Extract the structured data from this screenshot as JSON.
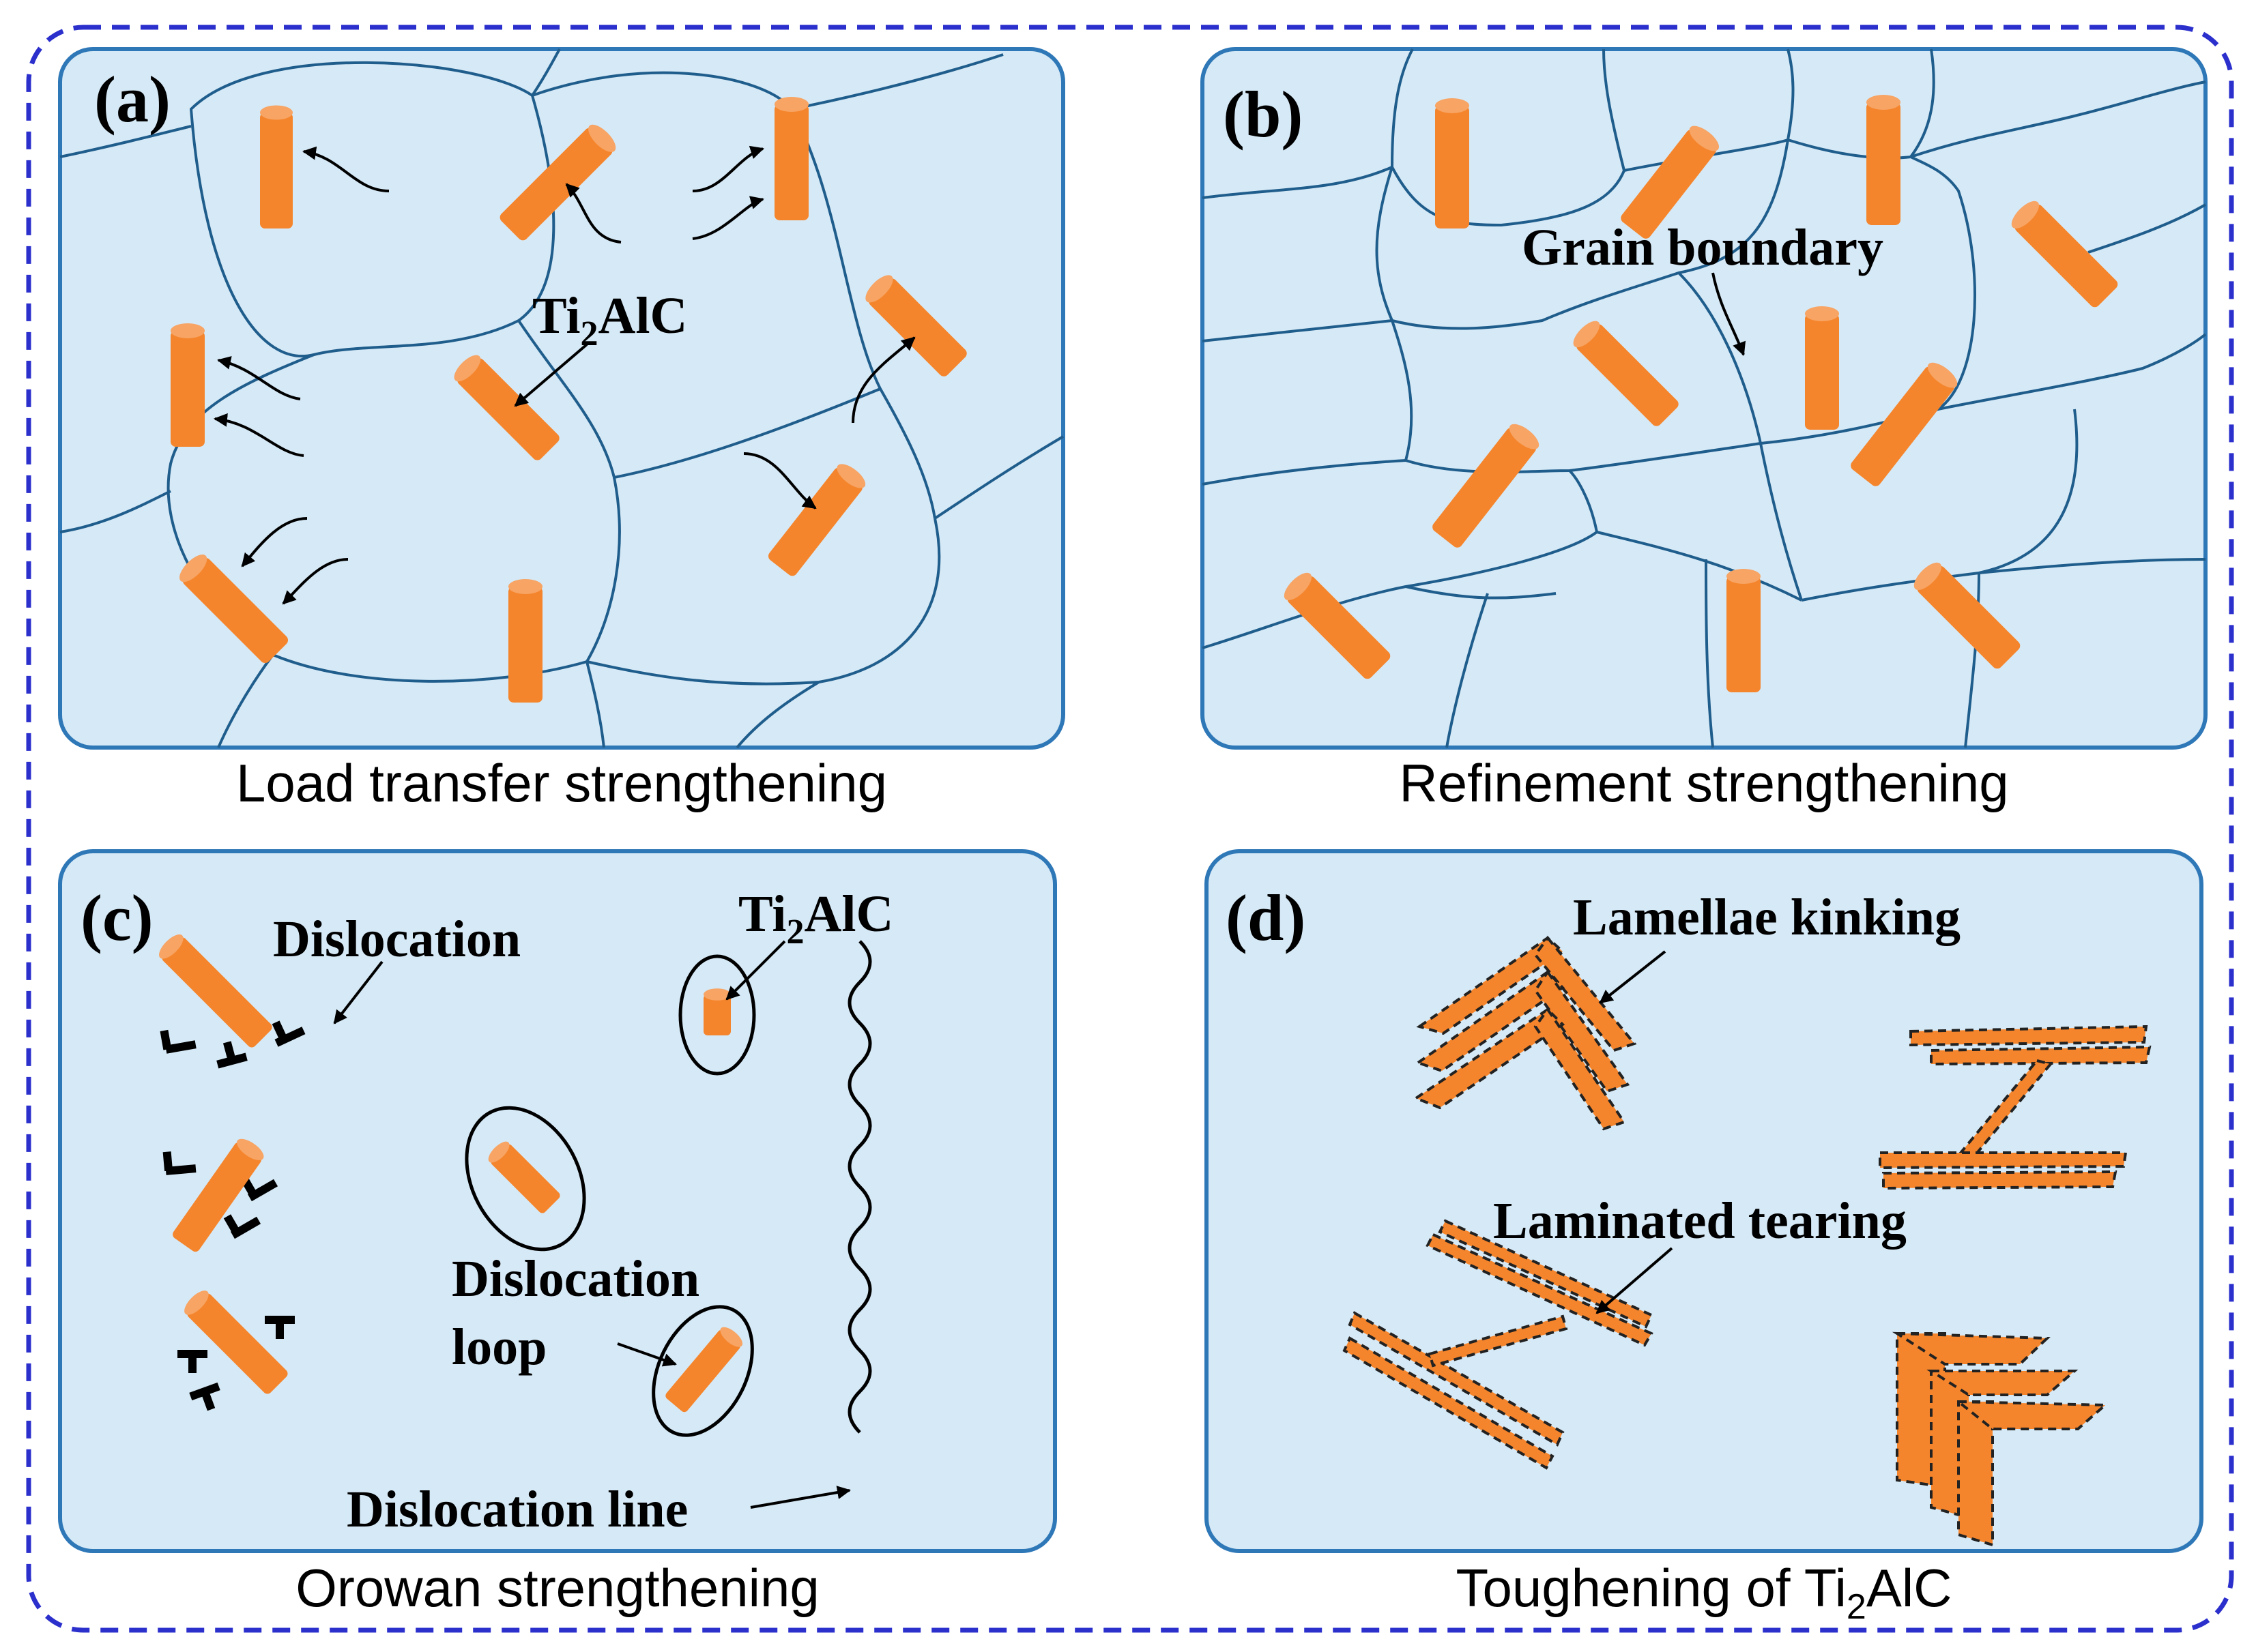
{
  "figure": {
    "colors": {
      "frame": "#2b2fcc",
      "panel_fill": "#d6e9f6",
      "panel_stroke": "#2f78b8",
      "grain": "#1f5d8c",
      "particle": "#f5852c",
      "particle_top": "#f7a464",
      "ink": "#000000"
    }
  },
  "panels": {
    "a": {
      "label": "(a)",
      "particle_label": "Ti",
      "particle_sub": "2",
      "particle_label_tail": "AlC",
      "caption": "Load transfer strengthening"
    },
    "b": {
      "label": "(b)",
      "annotation": "Grain boundary",
      "caption": "Refinement strengthening"
    },
    "c": {
      "label": "(c)",
      "dislocation": "Dislocation",
      "particle_label": "Ti",
      "particle_sub": "2",
      "particle_label_tail": "AlC",
      "loop_1": "Dislocation",
      "loop_2": "loop",
      "line": "Dislocation line",
      "caption": "Orowan strengthening"
    },
    "d": {
      "label": "(d)",
      "kinking": "Lamellae kinking",
      "tearing": "Laminated tearing",
      "caption_head": "Toughening of Ti",
      "caption_sub": "2",
      "caption_tail": "AlC"
    }
  }
}
